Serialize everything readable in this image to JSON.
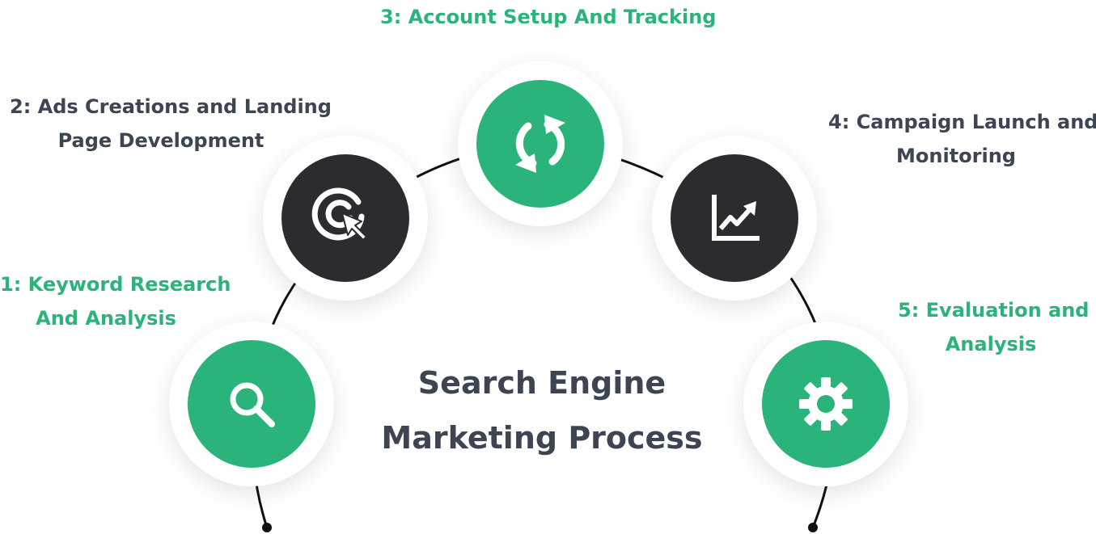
{
  "title": {
    "line1": "Search Engine",
    "line2": "Marketing Process"
  },
  "steps": [
    {
      "lines": [
        "1: Keyword Research",
        "And Analysis"
      ],
      "icon": "search-icon",
      "color": "#2ab37b"
    },
    {
      "lines": [
        "2: Ads Creations and Landing",
        "Page Development"
      ],
      "icon": "target-cursor-icon",
      "color": "#2b2c2f"
    },
    {
      "lines": [
        "3: Account Setup And Tracking"
      ],
      "icon": "refresh-arrows-icon",
      "color": "#2ab37b"
    },
    {
      "lines": [
        "4: Campaign Launch and",
        "Monitoring"
      ],
      "icon": "growth-chart-icon",
      "color": "#2b2c2f"
    },
    {
      "lines": [
        "5: Evaluation and",
        "Analysis"
      ],
      "icon": "gear-icon",
      "color": "#2ab37b"
    }
  ],
  "colors": {
    "green": "#2ab37b",
    "dark": "#2b2c2f",
    "text_dark": "#3d4452",
    "arc": "#111111"
  }
}
